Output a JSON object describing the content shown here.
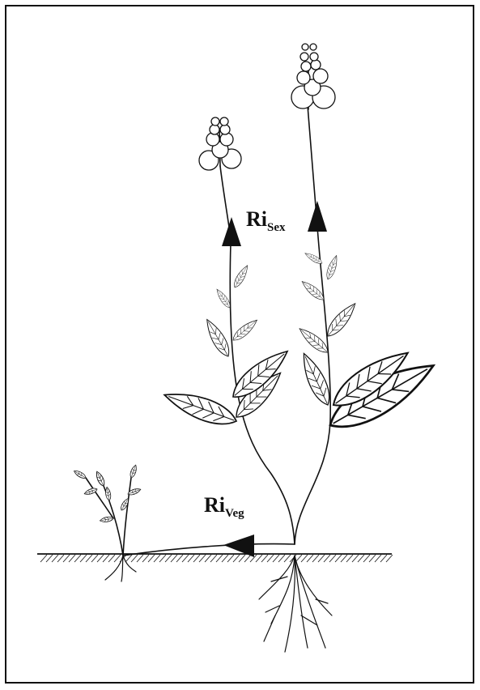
{
  "labels": {
    "sexual": {
      "main": "Ri",
      "sub": "Sex"
    },
    "vegetative": {
      "main": "Ri",
      "sub": "Veg"
    }
  },
  "colors": {
    "ink": "#111111",
    "paper": "#ffffff"
  }
}
